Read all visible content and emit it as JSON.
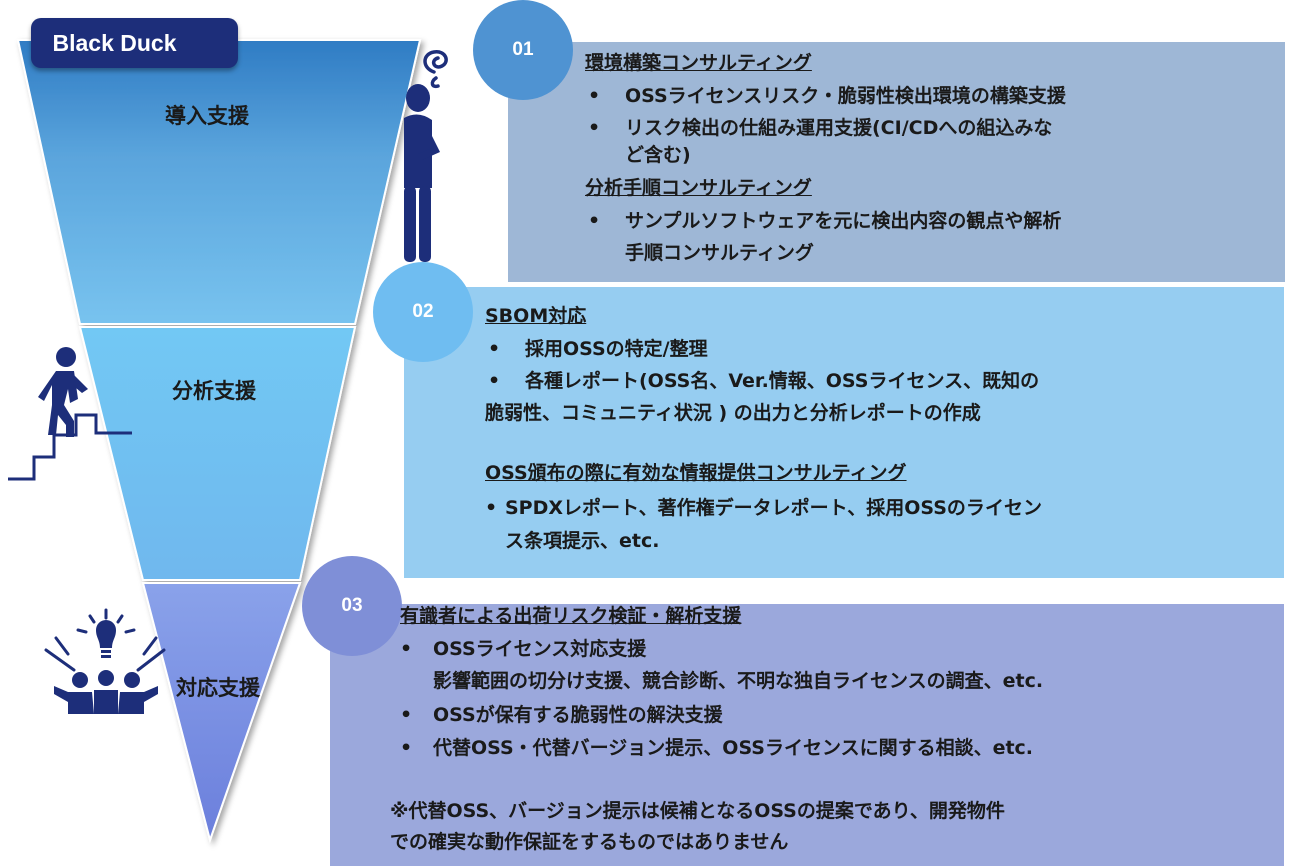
{
  "brand": "Black Duck",
  "stages": [
    {
      "label": "導入支援"
    },
    {
      "label": "分析支援"
    },
    {
      "label": "対応支援"
    }
  ],
  "panel1": {
    "number": "01",
    "heading1": "環境構築コンサルティング",
    "bullet_char": "•",
    "b1": "OSSライセンスリスク・脆弱性検出環境の構築支援",
    "b2_line1": "リスク検出の仕組み運用支援(CI/CDへの組込みな",
    "b2_line2": "ど含む)",
    "heading2": "分析手順コンサルティング",
    "b3_line1": "サンプルソフトウェアを元に検出内容の観点や解析",
    "b3_line2": "手順コンサルティング"
  },
  "panel2": {
    "number": "02",
    "heading1": "SBOM対応",
    "bullet_char": "•",
    "b1": "採用OSSの特定/整理",
    "b2_line1": "各種レポート(OSS名、Ver.情報、OSSライセンス、既知の",
    "b2_line2": "脆弱性、コミュニティ状況 ) の出力と分析レポートの作成",
    "heading2": "OSS頒布の際に有効な情報提供コンサルティング",
    "b3_line1": "SPDXレポート、著作権データレポート、採用OSSのライセン",
    "b3_line2": "ス条項提示、etc."
  },
  "panel3": {
    "number": "03",
    "heading1": "有識者による出荷リスク検証・解析支援",
    "bullet_char": "•",
    "b1_line1": "OSSライセンス対応支援",
    "b1_line2": "影響範囲の切分け支援、競合診断、不明な独自ライセンスの調査、etc.",
    "b2": "OSSが保有する脆弱性の解決支援",
    "b3": "代替OSS・代替バージョン提示、OSSライセンスに関する相談、etc.",
    "note_line1": "※代替OSS、バージョン提示は候補となるOSSの提案であり、開発物件",
    "note_line2": "での確実な動作保証をするものではありません"
  },
  "colors": {
    "brand_badge": "#1d2e7a",
    "funnel_top": "#5aa0d8",
    "funnel_mid": "#6fc3f0",
    "funnel_bottom": "#7b8fe0",
    "panel1": "#9eb7d6",
    "panel2": "#96cdf1",
    "panel3": "#9ba8dc",
    "icon": "#1d2e7a"
  },
  "icons": [
    "thinking-person-icon",
    "stairs-climber-icon",
    "team-idea-icon"
  ]
}
